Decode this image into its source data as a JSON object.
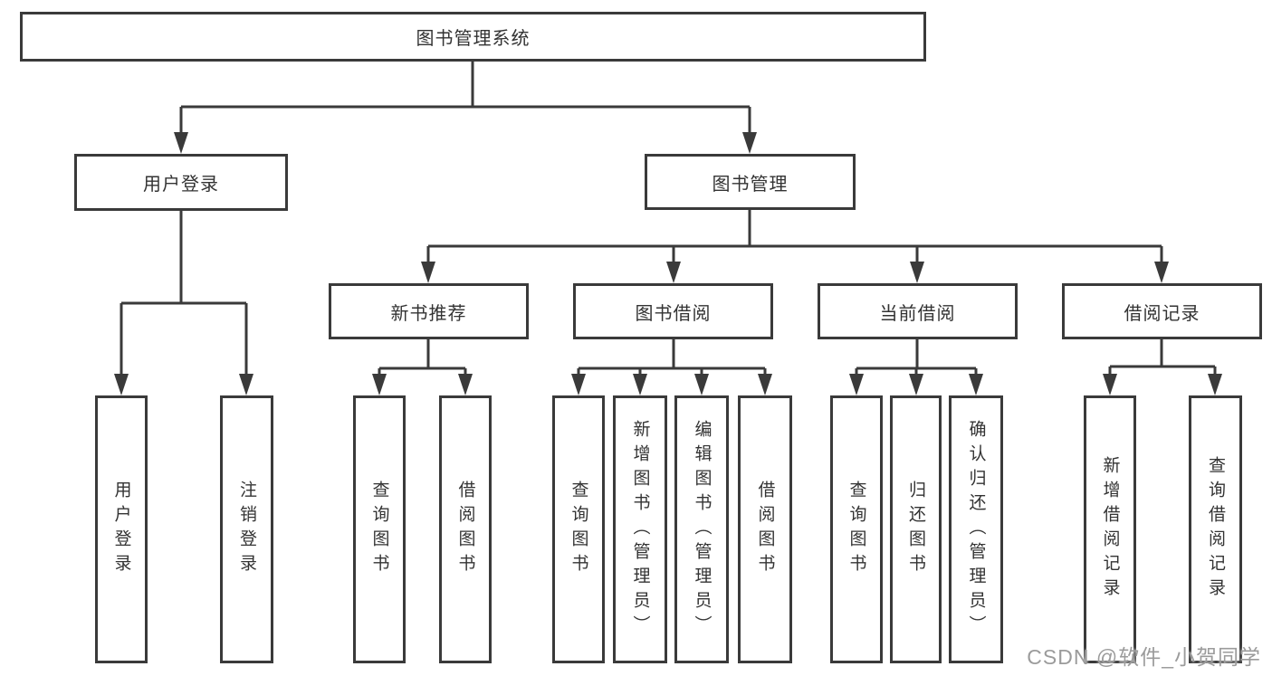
{
  "tree": {
    "label": "图书管理系统",
    "children": [
      {
        "label": "用户登录",
        "children": [
          {
            "label": "用户登录"
          },
          {
            "label": "注销登录"
          }
        ]
      },
      {
        "label": "图书管理",
        "children": [
          {
            "label": "新书推荐",
            "children": [
              {
                "label": "查询图书"
              },
              {
                "label": "借阅图书"
              }
            ]
          },
          {
            "label": "图书借阅",
            "children": [
              {
                "label": "查询图书"
              },
              {
                "label": "新增图书（管理员）"
              },
              {
                "label": "编辑图书（管理员）"
              },
              {
                "label": "借阅图书"
              }
            ]
          },
          {
            "label": "当前借阅",
            "children": [
              {
                "label": "查询图书"
              },
              {
                "label": "归还图书"
              },
              {
                "label": "确认归还（管理员）"
              }
            ]
          },
          {
            "label": "借阅记录",
            "children": [
              {
                "label": "新增借阅记录"
              },
              {
                "label": "查询借阅记录"
              }
            ]
          }
        ]
      }
    ]
  },
  "watermark": {
    "text": "CSDN @软件_小贺同学"
  },
  "colors": {
    "line": "#3a3a3a",
    "text": "#333333",
    "watermark": "#9b9b9b",
    "bg": "#ffffff"
  }
}
